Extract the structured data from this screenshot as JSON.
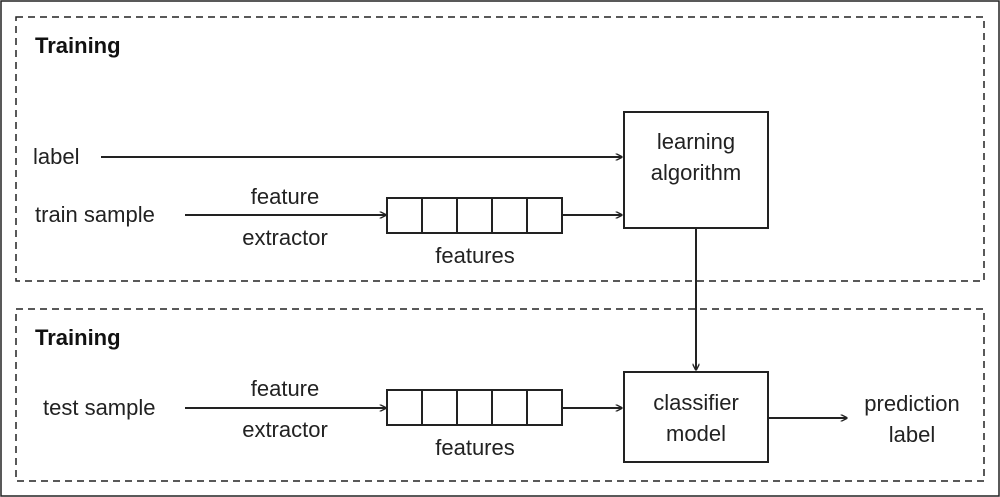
{
  "training_section": {
    "title": "Training",
    "label_input": "label",
    "sample_input": "train sample",
    "extractor_line1": "feature",
    "extractor_line2": "extractor",
    "features_label": "features",
    "algorithm_line1": "learning",
    "algorithm_line2": "algorithm"
  },
  "testing_section": {
    "title": "Training",
    "sample_input": "test sample",
    "extractor_line1": "feature",
    "extractor_line2": "extractor",
    "features_label": "features",
    "model_line1": "classifier",
    "model_line2": "model",
    "output_line1": "prediction",
    "output_line2": "label"
  }
}
